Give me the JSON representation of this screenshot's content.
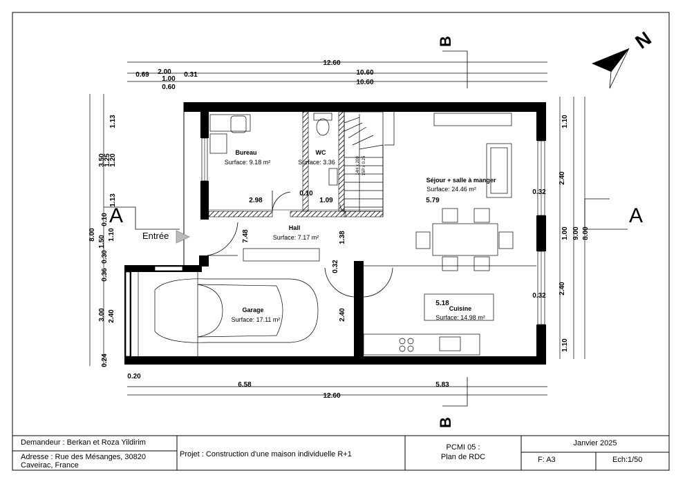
{
  "section_markers": {
    "a_left": "A",
    "a_right": "A",
    "b_top": "B",
    "b_bottom": "B"
  },
  "compass": {
    "letter": "N"
  },
  "entrance_label": "Entrée",
  "rooms": {
    "bureau": {
      "name": "Bureau",
      "surface": "Surface: 9.18 m²"
    },
    "wc": {
      "name": "WC",
      "surface": "Surface: 3.36"
    },
    "sejour": {
      "name": "Séjour + salle à manger",
      "surface": "Surface: 24.46 m²"
    },
    "hall": {
      "name": "Hall",
      "surface": "Surface: 7.17 m²"
    },
    "garage": {
      "name": "Garage",
      "surface": "Surface: 17.11 m²"
    },
    "cuisine": {
      "name": "Cuisine",
      "surface": "Surface: 14.98 m²"
    }
  },
  "stair_notes": [
    "14H x 200",
    "15P x 0.25"
  ],
  "dims": {
    "top_total": "12.60",
    "top_inner_1": "10.60",
    "top_inner_2": "10.60",
    "top_069": "0.69",
    "top_200": "2.00",
    "top_100": "1.00",
    "top_031": "0.31",
    "top_060": "0.60",
    "bottom_020": "0.20",
    "bottom_658": "6.58",
    "bottom_583": "5.83",
    "bottom_total": "12.60",
    "left_113a": "1.13",
    "left_350": "3.50",
    "left_125": "1.25",
    "left_120": "1.20",
    "left_113b": "1.13",
    "left_010": "0.10",
    "left_800": "8.00",
    "left_150": "1.50",
    "left_110": "1.10",
    "left_030": "0.30",
    "left_036": "0.36",
    "left_300": "3.00",
    "left_240": "2.40",
    "left_024": "0.24",
    "right_110a": "1.10",
    "right_240a": "2.40",
    "right_100": "1.00",
    "right_900": "9.00",
    "right_800": "8.00",
    "right_240b": "2.40",
    "right_110b": "1.10",
    "int_298": "2.98",
    "int_010": "0.10",
    "int_109": "1.09",
    "int_579": "5.79",
    "int_748": "7.48",
    "int_138": "1.38",
    "int_032": "0.32",
    "int_518": "5.18",
    "int_240": "2.40",
    "int_032b": "0.32",
    "int_032c": "0.32"
  },
  "title_block": {
    "demandeur": "Demandeur : Berkan et Roza Yildirim",
    "adresse_line1": "Adresse :  Rue des Mésanges, 30820",
    "adresse_line2": "Caveirac, France",
    "projet": "Projet  : Construction d'une maison individuelle R+1",
    "sheet_code": "PCMI 05 :",
    "sheet_title": "Plan de RDC",
    "date": "Janvier 2025",
    "format": "F: A3",
    "scale": "Ech:1/50"
  }
}
